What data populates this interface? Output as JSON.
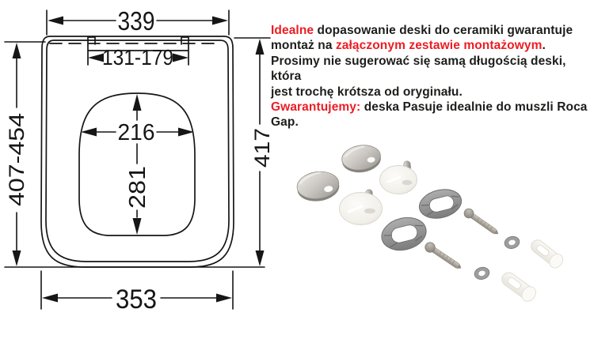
{
  "diagram": {
    "title_semantic": "toilet-seat-top-view-dimension-drawing",
    "dims": {
      "top_width": "339",
      "hinge_hole_spacing": "131-179",
      "inner_width": "216",
      "inner_length": "281",
      "left_length_range": "407-454",
      "right_length": "417",
      "bottom_width": "353"
    }
  },
  "info": {
    "line1_red": "Idealne",
    "line1_black": " dopasowanie deski do ceramiki gwarantuje",
    "line2_black1": "montaż na ",
    "line2_red": "załączonym zestawie montażowym",
    "line2_black2": ".",
    "line3": "Prosimy nie sugerować się samą długością deski, która",
    "line4": "jest trochę krótsza od oryginału.",
    "line5_red": "Gwarantujemy:",
    "line5_black": " deska Pasuje idealnie do muszli Roca",
    "line6": "Gap."
  },
  "hardware_kit": {
    "items": [
      "chrome-cap",
      "chrome-cap",
      "white-mounting-disc-with-pin",
      "white-mounting-disc-with-pin",
      "gray-bracket-plate",
      "gray-bracket-plate",
      "screw",
      "screw",
      "washer",
      "washer",
      "plastic-expansion-anchor",
      "plastic-expansion-anchor"
    ]
  },
  "colors": {
    "accent_red": "#ec1c24",
    "text_black": "#1d1d1b",
    "line_black": "#161616",
    "background": "#ffffff"
  }
}
